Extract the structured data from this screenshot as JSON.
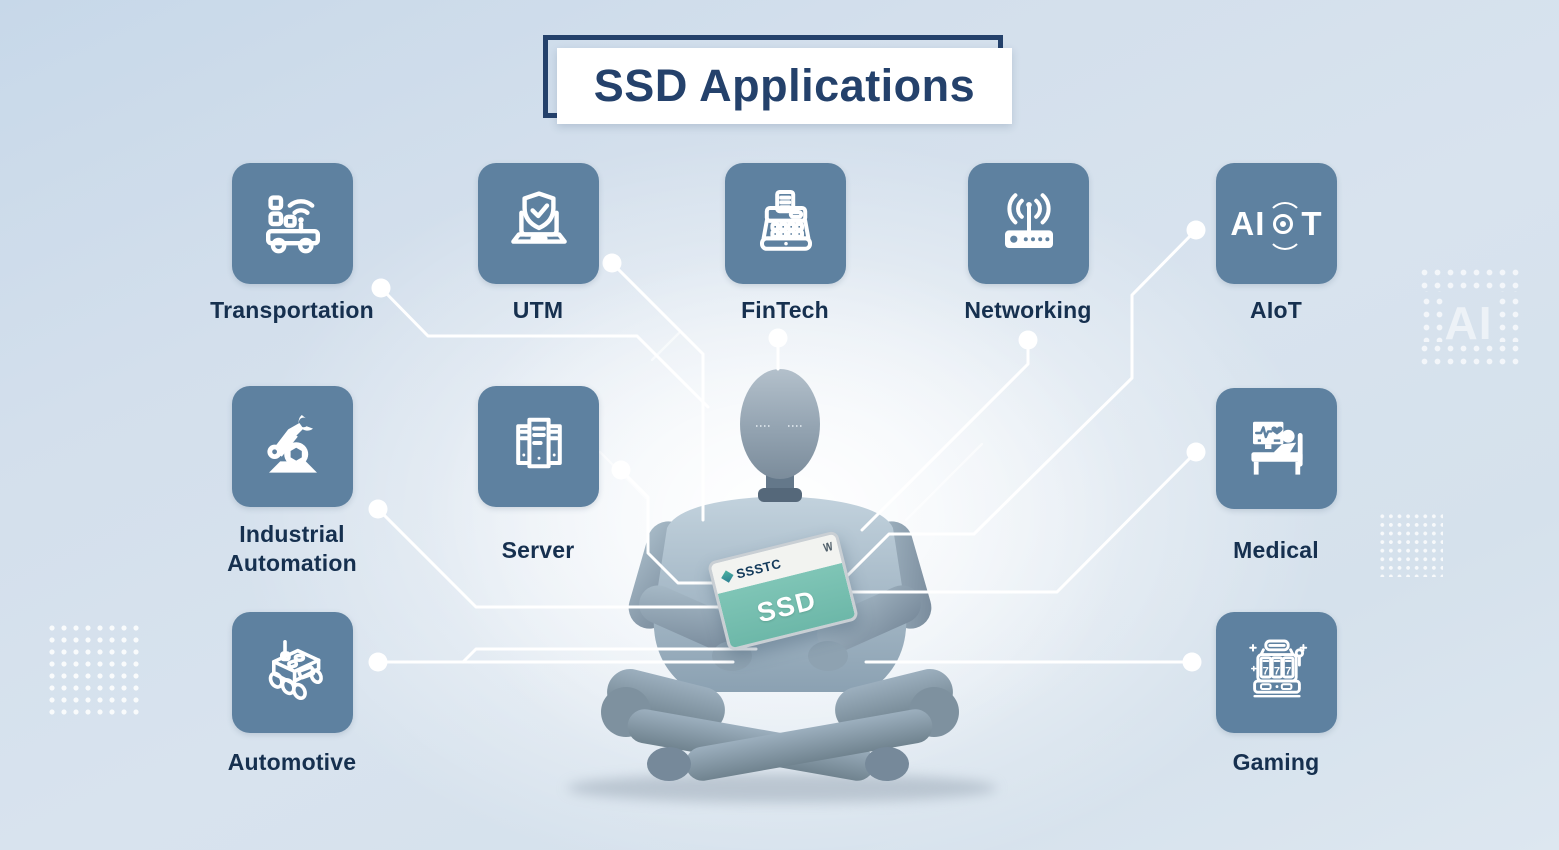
{
  "title": "SSD Applications",
  "tiles": [
    {
      "id": "transportation",
      "label": "Transportation",
      "icon": "transport-cart-icon"
    },
    {
      "id": "utm",
      "label": "UTM",
      "icon": "laptop-shield-icon"
    },
    {
      "id": "fintech",
      "label": "FinTech",
      "icon": "cash-register-icon"
    },
    {
      "id": "networking",
      "label": "Networking",
      "icon": "router-antenna-icon"
    },
    {
      "id": "aiot",
      "label": "AIoT",
      "icon": "aiot-radar-icon"
    },
    {
      "id": "industrial_automation",
      "label": "Industrial Automation",
      "icon": "robot-arm-icon"
    },
    {
      "id": "server",
      "label": "Server",
      "icon": "server-rack-icon"
    },
    {
      "id": "medical",
      "label": "Medical",
      "icon": "hospital-bed-icon"
    },
    {
      "id": "automotive",
      "label": "Automotive",
      "icon": "rover-vehicle-icon"
    },
    {
      "id": "gaming",
      "label": "Gaming",
      "icon": "slot-machine-icon"
    }
  ],
  "ssd_card": {
    "vendor": "SSSTC",
    "label": "SSD"
  },
  "aiot_icon": {
    "left": "AI",
    "right": "T"
  },
  "gaming_reels": [
    "7",
    "7",
    "7"
  ],
  "watermark_ai": "AI",
  "colors": {
    "background": "#d3dfec",
    "tile": "#5e81a0",
    "label_text": "#16304f",
    "title_text": "#24416b",
    "title_border": "#24416b",
    "connector": "#ffffff",
    "ssd_teal": "#74c0b0",
    "ssd_vendor_text": "#12395a",
    "robot_body": "#9fb3c2"
  }
}
